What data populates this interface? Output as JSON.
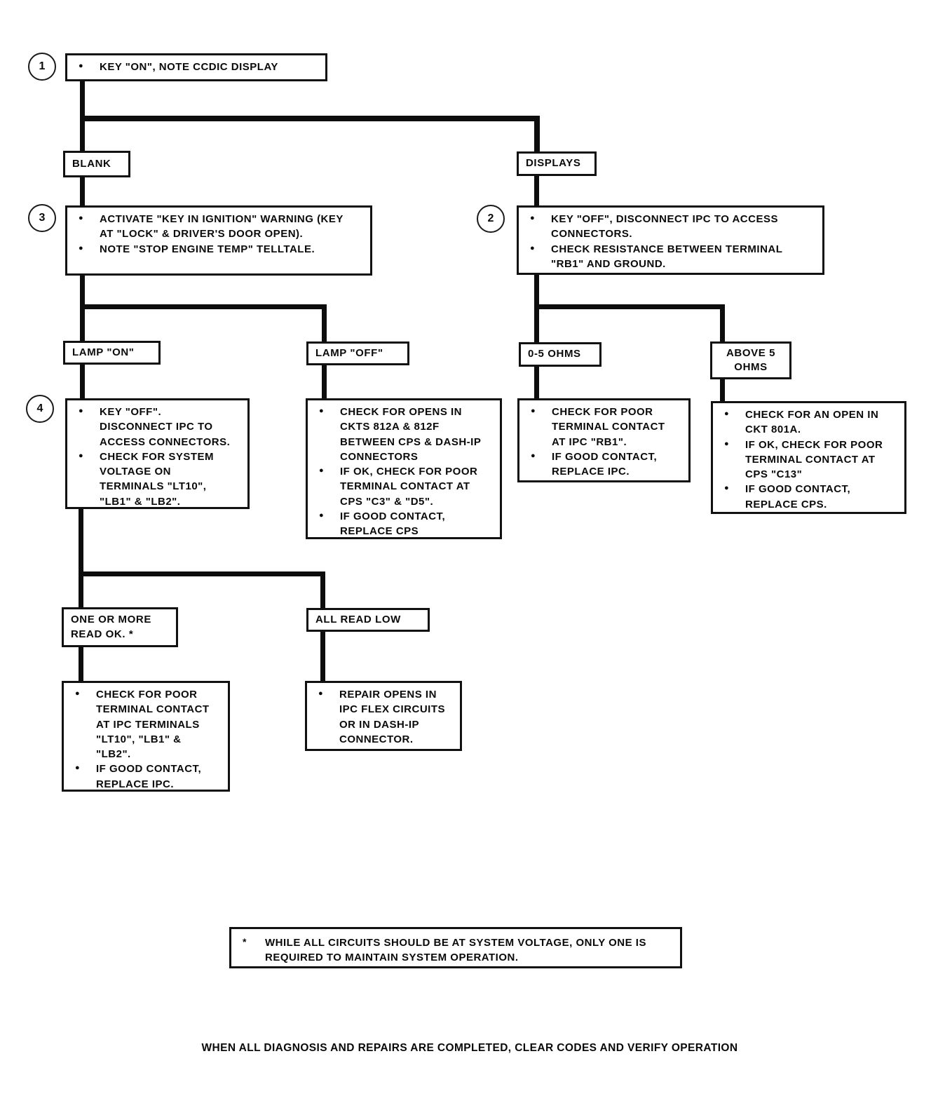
{
  "flowchart": {
    "step1": {
      "number": "1",
      "bullets": [
        "KEY \"ON\", NOTE CCDIC DISPLAY"
      ]
    },
    "branch_blank": {
      "label": "BLANK"
    },
    "branch_displays": {
      "label": "DISPLAYS"
    },
    "step3": {
      "number": "3",
      "bullets": [
        "ACTIVATE \"KEY IN IGNITION\" WARNING (KEY AT \"LOCK\" & DRIVER'S DOOR OPEN).",
        "NOTE \"STOP ENGINE TEMP\" TELLTALE."
      ]
    },
    "step2": {
      "number": "2",
      "bullets": [
        "KEY \"OFF\", DISCONNECT IPC TO ACCESS CONNECTORS.",
        "CHECK RESISTANCE BETWEEN TERMINAL \"RB1\" AND GROUND."
      ]
    },
    "branch_lamp_on": {
      "label": "LAMP \"ON\""
    },
    "branch_lamp_off": {
      "label": "LAMP \"OFF\""
    },
    "branch_ohms_low": {
      "label": "0-5 OHMS"
    },
    "branch_ohms_high": {
      "label": "ABOVE 5\nOHMS"
    },
    "step4": {
      "number": "4",
      "bullets": [
        "KEY \"OFF\". DISCONNECT IPC TO ACCESS CONNECTORS.",
        "CHECK FOR SYSTEM VOLTAGE ON TERMINALS \"LT10\", \"LB1\" & \"LB2\"."
      ]
    },
    "action_lamp_off": {
      "bullets": [
        "CHECK FOR OPENS IN CKTS 812A & 812F BETWEEN CPS & DASH-IP CONNECTORS",
        "IF OK, CHECK FOR POOR TERMINAL CONTACT AT CPS \"C3\" & \"D5\".",
        "IF GOOD CONTACT, REPLACE CPS"
      ]
    },
    "action_ohms_low": {
      "bullets": [
        "CHECK FOR POOR TERMINAL CONTACT AT IPC \"RB1\".",
        "IF GOOD CONTACT, REPLACE IPC."
      ]
    },
    "action_ohms_high": {
      "bullets": [
        "CHECK FOR AN OPEN IN CKT 801A.",
        "IF OK, CHECK FOR POOR TERMINAL CONTACT AT CPS \"C13\"",
        "IF GOOD CONTACT, REPLACE CPS."
      ]
    },
    "branch_one_or_more": {
      "label": "ONE OR MORE\nREAD OK. *"
    },
    "branch_all_read_low": {
      "label": "ALL READ LOW"
    },
    "action_check_ipc": {
      "bullets": [
        "CHECK FOR POOR TERMINAL CONTACT AT IPC TERMINALS \"LT10\", \"LB1\" & \"LB2\".",
        "IF GOOD CONTACT, REPLACE IPC."
      ]
    },
    "action_repair_opens": {
      "bullets": [
        "REPAIR OPENS IN IPC FLEX CIRCUITS OR IN DASH-IP CONNECTOR."
      ]
    },
    "footnote": {
      "marker": "*",
      "text": "WHILE ALL CIRCUITS SHOULD BE AT SYSTEM VOLTAGE, ONLY ONE IS REQUIRED TO MAINTAIN SYSTEM OPERATION."
    },
    "footer": "WHEN ALL DIAGNOSIS AND REPAIRS ARE COMPLETED, CLEAR CODES AND VERIFY OPERATION"
  }
}
